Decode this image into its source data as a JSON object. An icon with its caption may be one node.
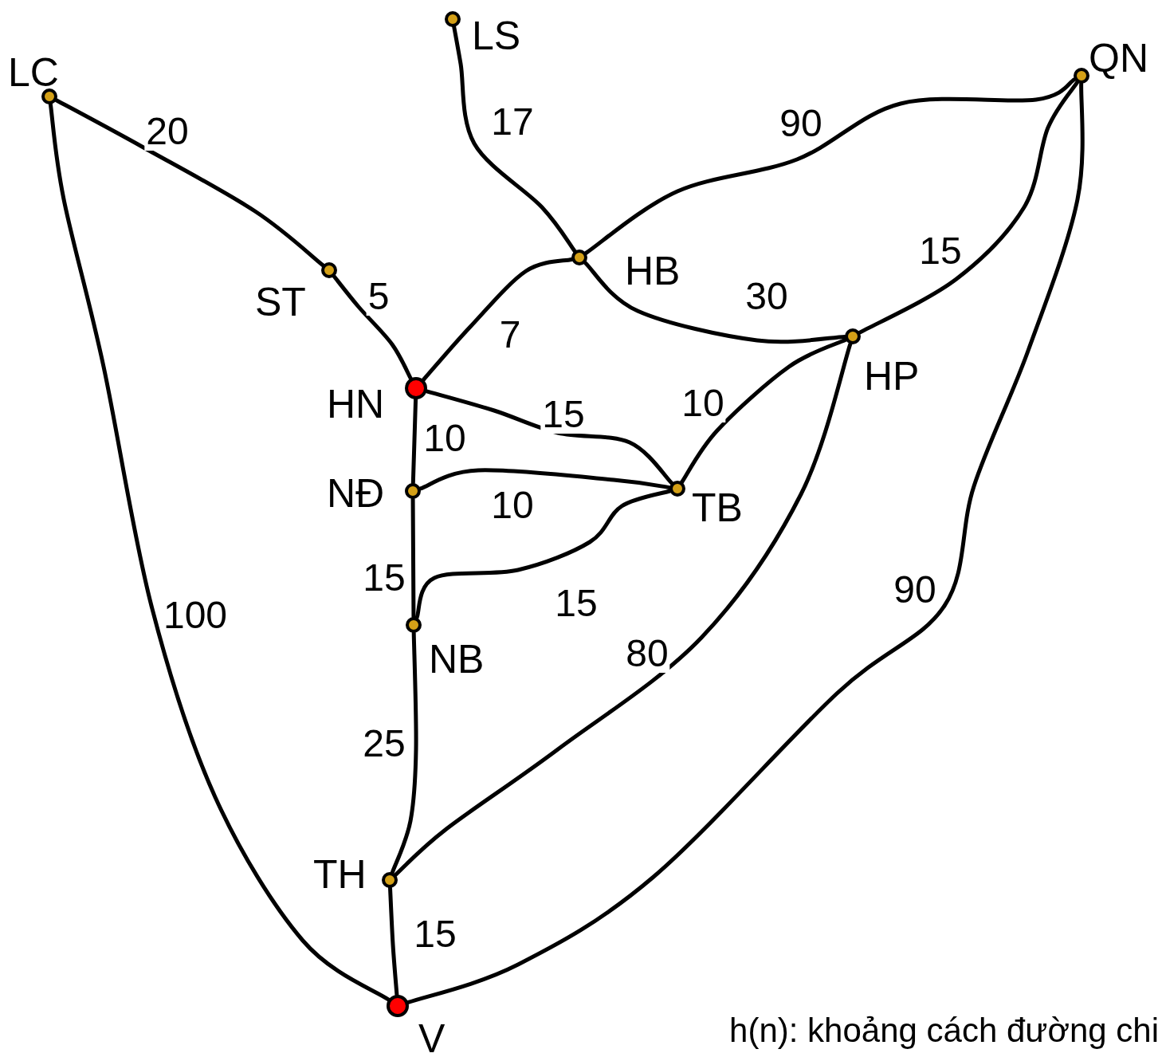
{
  "diagram": {
    "nodes": [
      {
        "text": [],
        "shape": "circle",
        "beside": [
          "LC"
        ]
      },
      {
        "text": [],
        "shape": "circle",
        "beside": [
          "LS"
        ]
      },
      {
        "text": [],
        "shape": "circle",
        "beside": [
          "QN"
        ]
      },
      {
        "text": [],
        "shape": "circle",
        "beside": [
          "ST"
        ]
      },
      {
        "text": [],
        "shape": "circle",
        "beside": [
          "HB"
        ]
      },
      {
        "text": [],
        "shape": "circle",
        "beside": [
          "HP"
        ]
      },
      {
        "text": [],
        "shape": "circle",
        "beside": [
          "HN"
        ]
      },
      {
        "text": [],
        "shape": "circle",
        "beside": [
          "NĐ"
        ]
      },
      {
        "text": [],
        "shape": "circle",
        "beside": [
          "TB"
        ]
      },
      {
        "text": [],
        "shape": "circle",
        "beside": [
          "NB"
        ]
      },
      {
        "text": [],
        "shape": "circle",
        "beside": [
          "TH"
        ]
      },
      {
        "text": [],
        "shape": "circle",
        "beside": [
          "V"
        ]
      }
    ],
    "edges": [
      {
        "from": 0,
        "to": 3,
        "arrow": "none",
        "label": "20"
      },
      {
        "from": 0,
        "to": 11,
        "arrow": "none",
        "label": "100"
      },
      {
        "from": 1,
        "to": 4,
        "arrow": "none",
        "label": "17"
      },
      {
        "from": 4,
        "to": 2,
        "arrow": "none",
        "label": "90"
      },
      {
        "from": 3,
        "to": 6,
        "arrow": "none",
        "label": "5"
      },
      {
        "from": 6,
        "to": 4,
        "arrow": "none",
        "label": "7"
      },
      {
        "from": 4,
        "to": 5,
        "arrow": "none",
        "label": "30"
      },
      {
        "from": 5,
        "to": 2,
        "arrow": "none",
        "label": "15"
      },
      {
        "from": 2,
        "to": 11,
        "arrow": "none",
        "label": "90"
      },
      {
        "from": 6,
        "to": 8,
        "arrow": "none",
        "label": "15"
      },
      {
        "from": 6,
        "to": 7,
        "arrow": "none",
        "label": "10"
      },
      {
        "from": 8,
        "to": 5,
        "arrow": "none",
        "label": "10"
      },
      {
        "from": 7,
        "to": 8,
        "arrow": "none",
        "label": "10"
      },
      {
        "from": 9,
        "to": 8,
        "arrow": "none",
        "label": "15"
      },
      {
        "from": 7,
        "to": 9,
        "arrow": "none",
        "label": "15"
      },
      {
        "from": 9,
        "to": 10,
        "arrow": "none",
        "label": "25"
      },
      {
        "from": 5,
        "to": 10,
        "arrow": "none",
        "label": "80"
      },
      {
        "from": 10,
        "to": 11,
        "arrow": "none",
        "label": "15"
      }
    ],
    "labels": [
      "h(n): khoảng cách đường chi"
    ]
  }
}
